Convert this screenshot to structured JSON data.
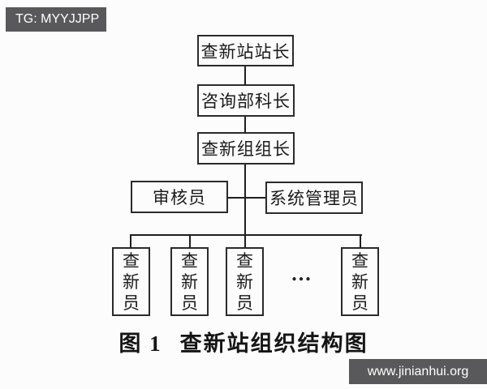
{
  "page": {
    "background": "#fcfcfc"
  },
  "watermarks": {
    "tg_badge": "TG: MYYJJPP",
    "site_badge": "www.jinianhui.org",
    "badge_bg": "#59595b",
    "badge_text_color": "#ffffff"
  },
  "diagram": {
    "type": "org-chart",
    "caption": {
      "label": "图 1",
      "title": "查新站组织结构图"
    },
    "nodes": {
      "station_director": "查新站站长",
      "consulting_section_chief": "咨询部科长",
      "novelty_group_leader": "查新组组长",
      "auditor": "审核员",
      "system_administrator": "系统管理员",
      "searchers": [
        "查新员",
        "查新员",
        "查新员",
        "查新员"
      ],
      "ellipsis": "..."
    },
    "edges": [
      {
        "from": "station_director",
        "to": "consulting_section_chief"
      },
      {
        "from": "consulting_section_chief",
        "to": "novelty_group_leader"
      },
      {
        "from": "novelty_group_leader",
        "to": "auditor"
      },
      {
        "from": "novelty_group_leader",
        "to": "system_administrator"
      },
      {
        "from": "novelty_group_leader",
        "to": "searchers"
      }
    ],
    "colors": {
      "line": "#1f1f1f",
      "box_border": "#2b2b2b",
      "text": "#1b1b1b"
    }
  }
}
